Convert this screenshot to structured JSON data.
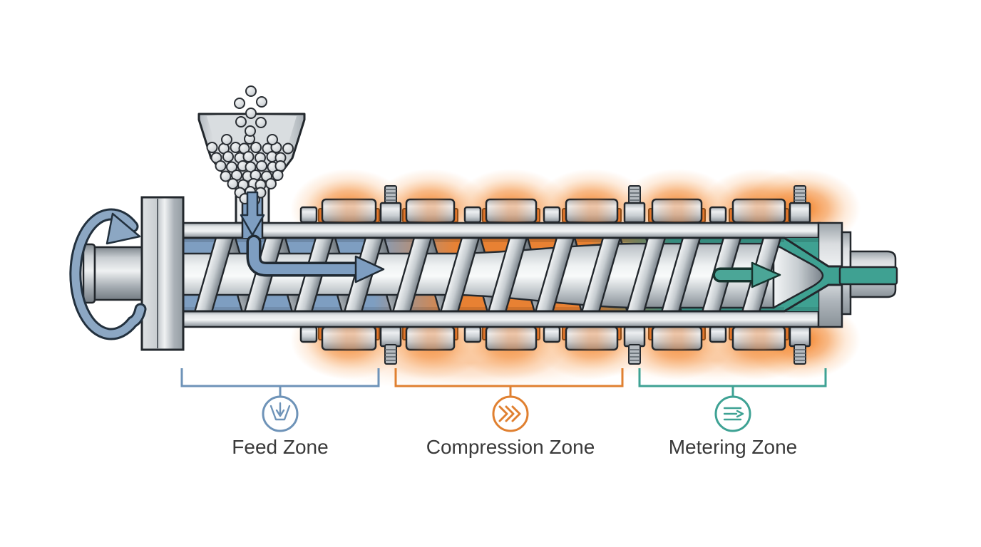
{
  "diagram": {
    "type": "single-screw-extruder-cross-section",
    "zones": [
      {
        "label": "Feed Zone",
        "color": "#6E93B8",
        "icon": "hopper-funnel-down-arrow-icon"
      },
      {
        "label": "Compression Zone",
        "color": "#E08030",
        "icon": "triple-chevron-right-icon"
      },
      {
        "label": "Metering Zone",
        "color": "#3EA294",
        "icon": "flow-lines-right-arrow-icon"
      }
    ]
  },
  "colors": {
    "background": "#FFFFFF",
    "melt_feed": "#7E9EC1",
    "melt_compression": "#E88133",
    "melt_metering": "#3FA192",
    "heater_glow": "#F37B1B",
    "heater_plate": "#E2762B",
    "flow_arrow_feed": "#7E9EC1",
    "flow_arrow_metering": "#4BA697",
    "rotation_arrow": "#8CA7C3",
    "strand": "#3FA192",
    "label_text": "#3A3A3A",
    "outline": "#22272C"
  }
}
